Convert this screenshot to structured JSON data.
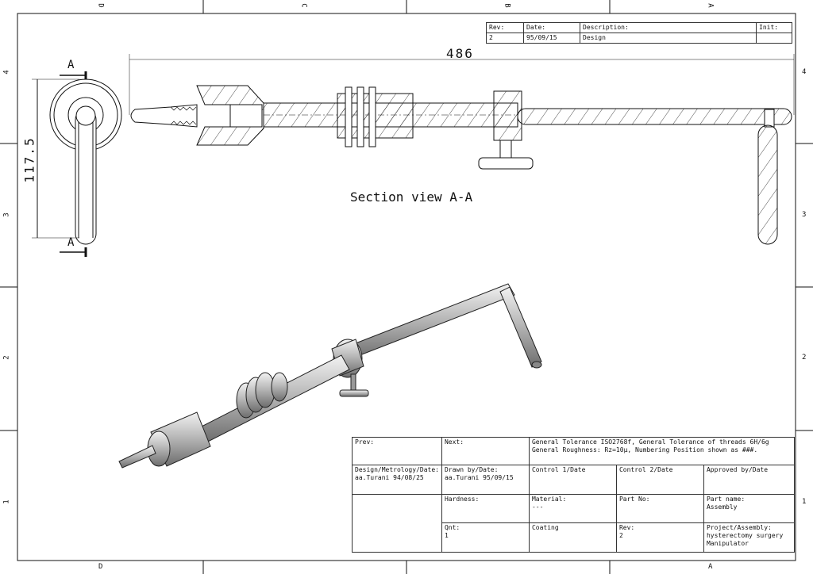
{
  "zones": {
    "top": [
      "D",
      "C",
      "B",
      "A"
    ],
    "bottom": [
      "D",
      "A"
    ],
    "left": [
      "4",
      "3",
      "2",
      "1"
    ],
    "right": [
      "4",
      "3",
      "2",
      "1"
    ]
  },
  "revision_table": {
    "headers": [
      "Rev:",
      "Date:",
      "Description:",
      "Init:"
    ],
    "row": [
      "2",
      "95/09/15",
      "Design",
      ""
    ]
  },
  "dimensions": {
    "length": "486",
    "height": "117.5"
  },
  "section_marker": "A",
  "section_caption": "Section view A-A",
  "title_block": {
    "prev": "Prev:",
    "next": "Next:",
    "tolerance": "General Tolerance ISO2768f, General Tolerance of threads 6H/6g\nGeneral Roughness: Rz=10μ, Numbering Position shown as ###.",
    "design_label": "Design/Metrology/Date:",
    "design_value": "aa.Turani 94/08/25",
    "drawn_label": "Drawn by/Date:",
    "drawn_value": "aa.Turani 95/09/15",
    "control1": "Control 1/Date",
    "control2": "Control 2/Date",
    "approved": "Approved by/Date",
    "hardness": "Hardness:",
    "material_label": "Material:",
    "material_value": "---",
    "part_no": "Part No:",
    "part_name_label": "Part name:",
    "part_name_value": "Assembly",
    "qnt_label": "Qnt:",
    "qnt_value": "1",
    "coating": "Coating",
    "rev_label": "Rev:",
    "rev_value": "2",
    "project_label": "Project/Assembly:",
    "project_value": "hysterectomy surgery\nManipulator"
  }
}
